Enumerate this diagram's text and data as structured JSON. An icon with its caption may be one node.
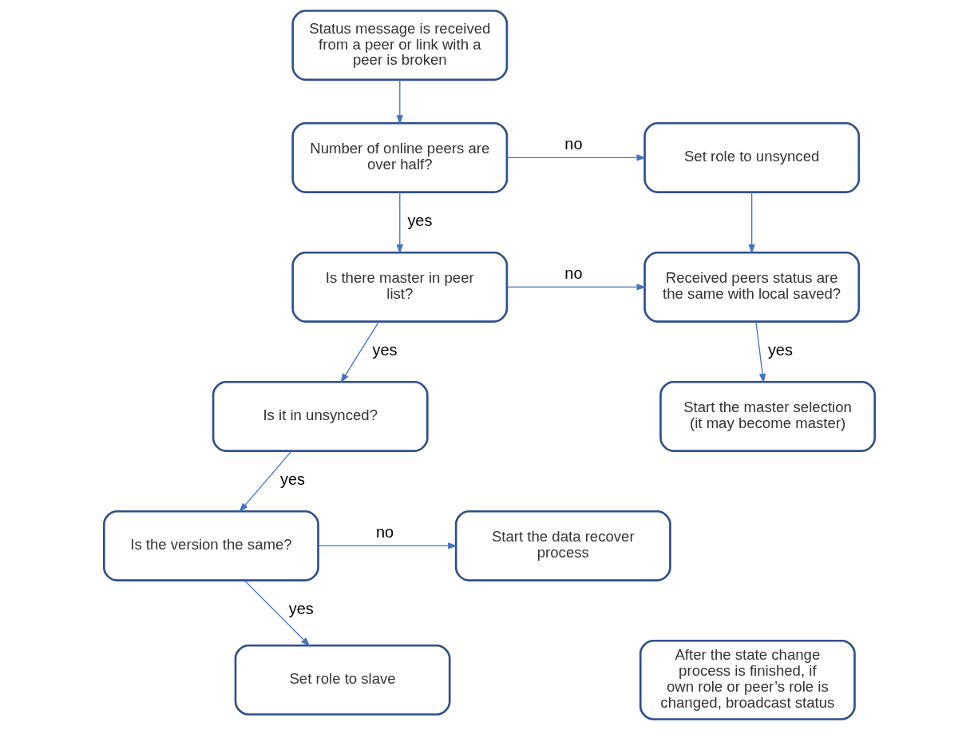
{
  "diagram": {
    "nodes": [
      {
        "text": [
          "Status message is received from a peer or link with a peer is broken"
        ]
      },
      {
        "text": [
          "Number of online peers are over half?"
        ]
      },
      {
        "text": [
          "Set role to unsynced"
        ]
      },
      {
        "text": [
          "Is there master in peer list?"
        ]
      },
      {
        "text": [
          "Received peers status are the same with local saved?"
        ]
      },
      {
        "text": [
          "Is it in unsynced?"
        ]
      },
      {
        "text": [
          "Start the master selection (it may become master)"
        ]
      },
      {
        "text": [
          "Start the data recover process"
        ]
      },
      {
        "text": [
          "Is the version the same?"
        ]
      },
      {
        "text": [
          "Set role to slave"
        ]
      },
      {
        "text": [
          "After the state change process is finished, if own role or peer’s role is changed, broadcast status"
        ]
      }
    ],
    "edges": [
      {
        "from": 0,
        "to": 1,
        "arrow": "to"
      },
      {
        "from": 1,
        "to": 2,
        "arrow": "to",
        "label": "no"
      },
      {
        "from": 1,
        "to": 3,
        "arrow": "to",
        "label": "yes"
      },
      {
        "from": 2,
        "to": 4,
        "arrow": "to"
      },
      {
        "from": 3,
        "to": 4,
        "arrow": "to",
        "label": "no"
      },
      {
        "from": 3,
        "to": 5,
        "arrow": "to",
        "label": "yes"
      },
      {
        "from": 4,
        "to": 6,
        "arrow": "to",
        "label": "yes"
      },
      {
        "from": 5,
        "to": 8,
        "arrow": "to",
        "label": "yes"
      },
      {
        "from": 8,
        "to": 7,
        "arrow": "to",
        "label": "no"
      },
      {
        "from": 8,
        "to": 9,
        "arrow": "to",
        "label": "yes"
      }
    ]
  }
}
